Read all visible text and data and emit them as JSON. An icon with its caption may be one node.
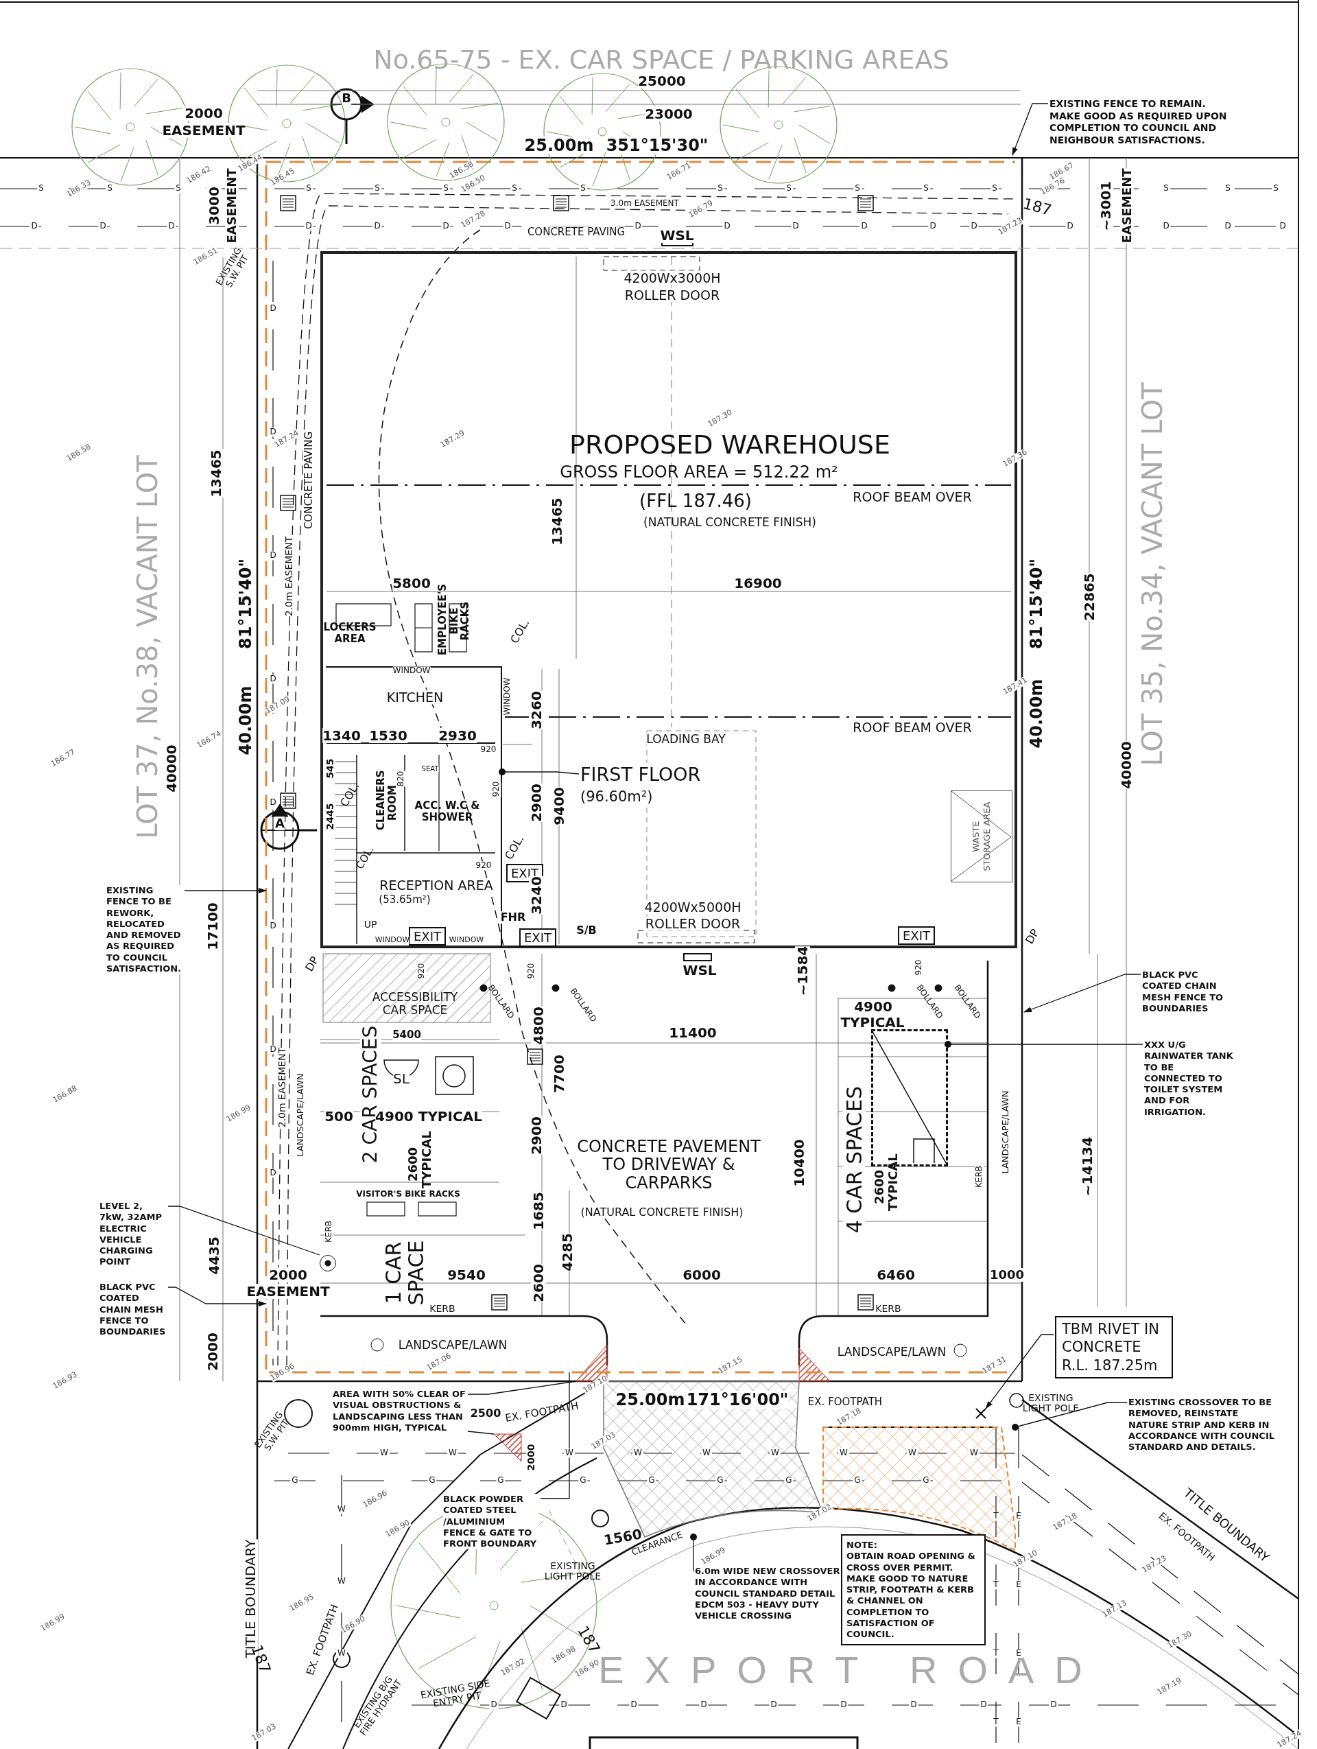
{
  "diagram": {
    "nodes": [
      {
        "text": [
          "EXISTING FENCE TO REMAIN. MAKE GOOD AS REQUIRED UPON COMPLETION TO COUNCIL AND NEIGHBOUR SATISFACTIONS."
        ]
      },
      {
        "text": [
          "EXISTING FENCE TO BE REWORK, RELOCATED AND REMOVED AS REQUIRED TO COUNCIL SATISFACTION."
        ]
      },
      {
        "text": [
          "FIRST FLOOR",
          "(96.60m²)"
        ],
        "in": 13
      },
      {
        "text": [
          "BLACK PVC COATED CHAIN MESH FENCE TO BOUNDARIES"
        ]
      },
      {
        "text": [
          "XXX U/G RAINWATER TANK TO BE CONNECTED TO TOILET SYSTEM AND FOR IRRIGATION."
        ]
      },
      {
        "text": [
          "LEVEL 2, 7kW, 32AMP ELECTRIC VEHICLE CHARGING POINT"
        ]
      },
      {
        "text": [
          "BLACK PVC COATED CHAIN MESH FENCE TO BOUNDARIES"
        ]
      },
      {
        "text": [
          "AREA WITH 50% CLEAR OF VISUAL OBSTRUCTIONS & LANDSCAPING LESS THAN 900mm HIGH, TYPICAL"
        ]
      },
      {
        "text": [
          "BLACK POWDER COATED STEEL /ALUMINIUM FENCE & GATE TO FRONT BOUNDARY"
        ]
      },
      {
        "text": [
          "6.0m WIDE NEW CROSSOVER IN ACCORDANCE WITH COUNCIL STANDARD DETAIL EDCM 503 - HEAVY DUTY VEHICLE CROSSING"
        ]
      },
      {
        "text": [
          "EXISTING CROSSOVER TO BE REMOVED, REINSTATE NATURE STRIP AND KERB IN ACCORDANCE WITH COUNCIL STANDARD AND DETAILS."
        ]
      },
      {
        "text": [
          "TBM RIVET IN CONCRETE R.L. 187.25m"
        ]
      },
      {
        "text": [
          "NOTE:",
          "OBTAIN ROAD OPENING & CROSS OVER PERMIT. MAKE GOOD TO NATURE STRIP, FOOTPATH & KERB & CHANNEL ON COMPLETION TO SATISFACTION OF COUNCIL."
        ]
      },
      {
        "text": [
          "PROPOSED WAREHOUSE",
          "GROSS FLOOR AREA = 512.22 m²",
          "(FFL 187.46)",
          "(NATURAL CONCRETE FINISH)"
        ]
      },
      {
        "text": [
          "EXIT"
        ],
        "in": 13
      },
      {
        "text": [
          "EXIT"
        ],
        "in": 23
      },
      {
        "text": [
          "EXIT"
        ],
        "in": 13
      },
      {
        "text": [
          "EXIT"
        ],
        "in": 13
      },
      {
        "text": [
          "WASTE STORAGE AREA"
        ],
        "in": 13
      },
      {
        "text": [],
        "shape": "circle"
      },
      {
        "text": [],
        "shape": "box"
      },
      {
        "text": [],
        "shape": "polygon"
      },
      {
        "text": [],
        "shape": "polygon"
      },
      {
        "text": [],
        "shape": "box",
        "in": 13
      },
      {
        "text": [],
        "shape": "triangle"
      },
      {
        "text": [],
        "shape": "triangle"
      },
      {
        "text": [],
        "shape": "triangle"
      },
      {
        "text": [],
        "shape": "line"
      },
      {
        "text": [],
        "shape": "line"
      },
      {
        "text": [],
        "shape": "cross"
      }
    ],
    "edges": [
      {
        "from": 0,
        "to": null,
        "arrow": "to"
      },
      {
        "from": 1,
        "to": 27,
        "arrow": "to"
      },
      {
        "from": 2,
        "to": 23,
        "arrow": "other"
      },
      {
        "from": 3,
        "to": null,
        "arrow": "to"
      },
      {
        "from": 4,
        "to": 20,
        "arrow": "other"
      },
      {
        "from": 5,
        "to": 19,
        "arrow": "none"
      },
      {
        "from": 6,
        "to": 27,
        "arrow": "to"
      },
      {
        "from": 7,
        "to": 24,
        "arrow": "none"
      },
      {
        "from": 7,
        "to": 26,
        "arrow": "none"
      },
      {
        "from": 8,
        "to": 28,
        "arrow": "none"
      },
      {
        "from": 9,
        "to": 21,
        "arrow": "other"
      },
      {
        "from": 10,
        "to": 22,
        "arrow": "other"
      },
      {
        "from": 11,
        "to": 29,
        "arrow": "to"
      }
    ],
    "labels": [
      "No.65-75 - EX. CAR SPACE / PARKING AREAS",
      "25000",
      "2000",
      "EASEMENT",
      "B",
      "23000",
      "25.00m",
      "351°15'30\"",
      "3000",
      "EASEMENT",
      "EXISTING S.W. PIT",
      "CONCRETE PAVING",
      "3.0m EASEMENT",
      "WSL",
      "4200Wx3000H",
      "ROLLER DOOR",
      "~3001",
      "EASEMENT",
      "187",
      "13465",
      "CONCRETE PAVING",
      "2.0m EASEMENT",
      "13465",
      "ROOF BEAM OVER",
      "ROOF BEAM OVER",
      "5800",
      "16900",
      "40.00m",
      "81°15'40\"",
      "40.00m",
      "81°15'40\"",
      "22865",
      "40000",
      "40000",
      "LOT 37, No.38, VACANT LOT",
      "LOT 35, No.34, VACANT LOT",
      "LOCKERS AREA",
      "EMPLOYEE'S BIKE RACKS",
      "COL.",
      "WINDOW",
      "WINDOW",
      "KITCHEN",
      "3260",
      "1340",
      "1530",
      "2930",
      "920",
      "LOADING BAY",
      "545",
      "2445",
      "COL.",
      "CLEANERS ROOM",
      "820",
      "SEAT",
      "ACC. W.C & SHOWER",
      "920",
      "2900",
      "9400",
      "COL.",
      "COL.",
      "920",
      "RECEPTION AREA",
      "(53.65m²)",
      "FHR",
      "3240",
      "S/B",
      "UP",
      "WINDOW",
      "WINDOW",
      "4200Wx5000H",
      "ROLLER DOOR",
      "WSL",
      "DP",
      "DP",
      "920",
      "920",
      "920",
      "BOLLARD",
      "BOLLARD",
      "BOLLARD",
      "BOLLARD",
      "~1584",
      "4800",
      "ACCESSIBILITY CAR SPACE",
      "5400",
      "11400",
      "4900",
      "TYPICAL",
      "SL",
      "2 CAR SPACES",
      "7700",
      "500",
      "4900 TYPICAL",
      "2600 TYPICAL",
      "2900",
      "CONCRETE PAVEMENT TO DRIVEWAY & CARPARKS",
      "(NATURAL CONCRETE FINISH)",
      "10400",
      "4 CAR SPACES",
      "2600 TYPICAL",
      "KERB",
      "LANDSCAPE/LAWN",
      "~14134",
      "2.0m EASEMENT",
      "LANDSCAPE/LAWN",
      "VISITOR'S BIKE RACKS",
      "1685",
      "4285",
      "17100",
      "4435",
      "KERB",
      "2000",
      "EASEMENT",
      "1 CAR SPACE",
      "9540",
      "2600",
      "6000",
      "6460",
      "1000",
      "KERB",
      "KERB",
      "LANDSCAPE/LAWN",
      "LANDSCAPE/LAWN",
      "2000",
      "25.00m",
      "171°16'00\"",
      "EX. FOOTPATH",
      "EXISTING LIGHT POLE",
      "EXISTING S.W. PIT",
      "EX. FOOTPATH",
      "2500",
      "2000",
      "TITLE BOUNDARY",
      "EX. FOOTPATH",
      "187",
      "1560",
      "CLEARANCE",
      "EXISTING LIGHT POLE",
      "187",
      "EXISTING B/G FIRE HYDRANT",
      "EXISTING SIDE ENTRY PIT",
      "EXPORT ROAD",
      "TITLE BOUNDARY",
      "EX. FOOTPATH",
      "A",
      "186.33",
      "186.42",
      "186.44",
      "186.45",
      "186.58",
      "186.50",
      "187.28",
      "186.51",
      "186.71",
      "186.79",
      "186.67",
      "186.76",
      "187.23",
      "186.58",
      "187.24",
      "187.29",
      "187.30",
      "187.36",
      "186.77",
      "186.74",
      "187.09",
      "187.41",
      "186.88",
      "186.99",
      "186.93",
      "186.96",
      "187.06",
      "187.10",
      "187.03",
      "186.96",
      "186.90",
      "186.95",
      "186.90",
      "187.03",
      "186.99",
      "187.02",
      "186.98",
      "186.90",
      "187.15",
      "187.31",
      "187.18",
      "187.02",
      "186.99",
      "187.18",
      "187.10",
      "187.23",
      "187.13",
      "187.30",
      "187.19",
      "187.24",
      "S",
      "S",
      "S",
      "S",
      "S",
      "S",
      "S",
      "S",
      "S",
      "S",
      "S",
      "S",
      "S",
      "S",
      "S",
      "S",
      "D",
      "D",
      "D",
      "D",
      "D",
      "D",
      "D",
      "D",
      "D",
      "D",
      "D",
      "D",
      "D",
      "D",
      "D",
      "D",
      "D",
      "D",
      "D",
      "D",
      "D",
      "D",
      "D",
      "D",
      "D",
      "W",
      "W",
      "W",
      "W",
      "W",
      "W",
      "W",
      "W",
      "W",
      "G",
      "G",
      "G",
      "G",
      "G",
      "G",
      "G",
      "G",
      "G",
      "D",
      "D",
      "D",
      "D",
      "D",
      "D",
      "D",
      "D",
      "D",
      "T",
      "T",
      "T",
      "T",
      "E",
      "E",
      "E",
      "E",
      "W",
      "W",
      "W"
    ]
  }
}
